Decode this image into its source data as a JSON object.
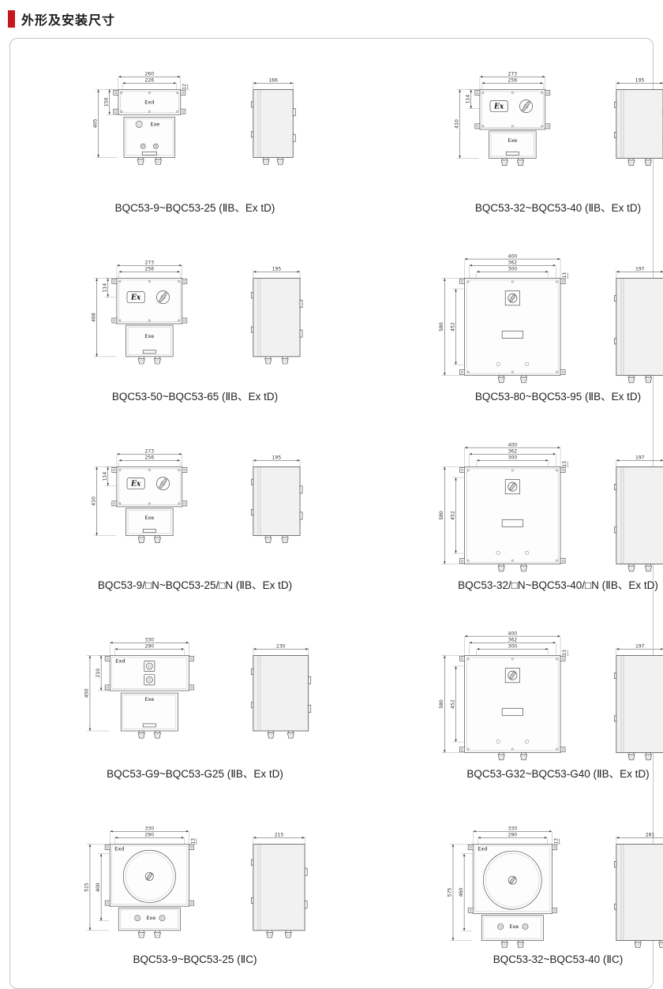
{
  "page": {
    "title": "外形及安装尺寸",
    "accent_color": "#c9161d"
  },
  "figures": [
    {
      "caption": "BQC53-9~BQC53-25 (ⅡB、Ex tD)",
      "front": {
        "width_dims": [
          "260",
          "226"
        ],
        "offset_dim": "12",
        "total_height_dim": "405",
        "section_height_dim": "150",
        "labels": [
          "Exd",
          "Exe"
        ]
      },
      "side": {
        "width_dim": "166"
      }
    },
    {
      "caption": "BQC53-32~BQC53-40 (ⅡB、Ex tD)",
      "front": {
        "width_dims": [
          "273",
          "256"
        ],
        "total_height_dim": "410",
        "section_height_dim": "114",
        "labels": [
          "Ex",
          "Exe"
        ]
      },
      "side": {
        "width_dim": "195"
      }
    },
    {
      "caption": "BQC53-50~BQC53-65 (ⅡB、Ex tD)",
      "front": {
        "width_dims": [
          "273",
          "256"
        ],
        "total_height_dim": "468",
        "section_height_dim": "114",
        "labels": [
          "Ex",
          "Exe"
        ]
      },
      "side": {
        "width_dim": "195"
      }
    },
    {
      "caption": "BQC53-80~BQC53-95 (ⅡB、Ex tD)",
      "front": {
        "width_dims": [
          "400",
          "362",
          "300"
        ],
        "offset_dim": "13",
        "total_height_dim": "580",
        "section_height_dim": "452",
        "labels": []
      },
      "side": {
        "width_dim": "197"
      }
    },
    {
      "caption": "BQC53-9/□N~BQC53-25/□N (ⅡB、Ex tD)",
      "front": {
        "width_dims": [
          "273",
          "256"
        ],
        "total_height_dim": "410",
        "section_height_dim": "114",
        "labels": [
          "Ex",
          "Exe"
        ]
      },
      "side": {
        "width_dim": "195"
      }
    },
    {
      "caption": "BQC53-32/□N~BQC53-40/□N (ⅡB、Ex tD)",
      "front": {
        "width_dims": [
          "400",
          "362",
          "300"
        ],
        "offset_dim": "13",
        "total_height_dim": "580",
        "section_height_dim": "452",
        "labels": []
      },
      "side": {
        "width_dim": "197"
      }
    },
    {
      "caption": "BQC53-G9~BQC53-G25 (ⅡB、Ex tD)",
      "front": {
        "width_dims": [
          "330",
          "290"
        ],
        "total_height_dim": "450",
        "section_height_dim": "210",
        "labels": [
          "Exd",
          "Exe"
        ]
      },
      "side": {
        "width_dim": "230"
      }
    },
    {
      "caption": "BQC53-G32~BQC53-G40 (ⅡB、Ex tD)",
      "front": {
        "width_dims": [
          "400",
          "362",
          "300"
        ],
        "offset_dim": "13",
        "total_height_dim": "580",
        "section_height_dim": "452",
        "labels": []
      },
      "side": {
        "width_dim": "197"
      }
    },
    {
      "caption": "BQC53-9~BQC53-25 (ⅡC)",
      "front": {
        "width_dims": [
          "330",
          "290"
        ],
        "offset_dim": "13",
        "total_height_dim": "515",
        "section_height_dim": "400",
        "labels": [
          "Exd",
          "Exe"
        ]
      },
      "side": {
        "width_dim": "215"
      }
    },
    {
      "caption": "BQC53-32~BQC53-40 (ⅡC)",
      "front": {
        "width_dims": [
          "330",
          "290"
        ],
        "offset_dim": "13",
        "total_height_dim": "575",
        "section_height_dim": "460",
        "labels": [
          "Exd",
          "Exe"
        ]
      },
      "side": {
        "width_dim": "281"
      }
    }
  ]
}
